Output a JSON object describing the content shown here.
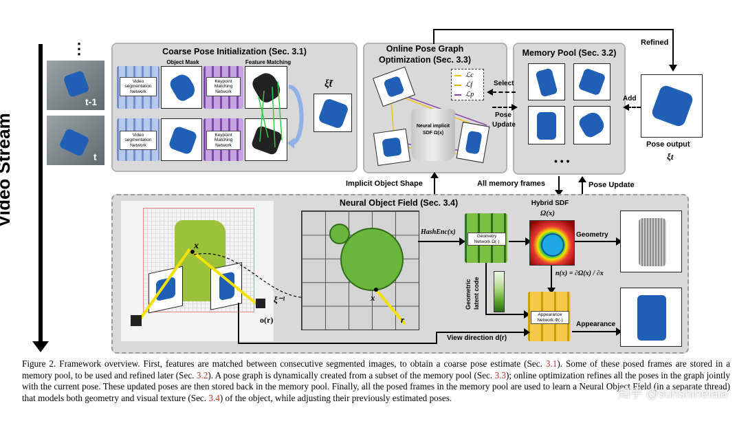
{
  "stream": {
    "label": "Video Stream",
    "dots": "⋮",
    "frame_labels": [
      "t-1",
      "t"
    ]
  },
  "coarse": {
    "title": "Coarse Pose Initialization (Sec. 3.1)",
    "object_mask": "Object Mask",
    "feature_matching": "Feature Matching",
    "seg_net": "Video segmentation Network",
    "kp_net": "Keypoint Matching Network",
    "xi_tilde": "ξ̃t"
  },
  "graph": {
    "title_line1": "Online Pose Graph",
    "title_line2": "Optimization (Sec. 3.3)",
    "legend": [
      "ℒc",
      "ℒf",
      "ℒp"
    ],
    "legend_colors": [
      "#f1c40f",
      "#e6b400",
      "#8e44ad"
    ],
    "sdf_label_line1": "Neural implicit",
    "sdf_label_line2": "SDF Ω(x)"
  },
  "memory": {
    "title": "Memory Pool (Sec. 3.2)",
    "ellipsis": "• • •",
    "select": "Select",
    "pose_update_line1": "Pose",
    "pose_update_line2": "Update",
    "add": "Add",
    "refined": "Refined",
    "pose_output": "Pose output",
    "xi_t": "ξt"
  },
  "links": {
    "implicit_shape": "Implicit Object Shape",
    "all_frames": "All memory frames",
    "pose_update": "Pose Update"
  },
  "field": {
    "title": "Neural Object Field (Sec. 3.4)",
    "hashenc": "HashEnc(x)",
    "geo_net_line1": "Geometry",
    "geo_net_line2": "Network Ω(·)",
    "app_net_line1": "Appearance",
    "app_net_line2": "Network Φ(·)",
    "hybrid_sdf": "Hybrid SDF",
    "omega_x": "Ω(x)",
    "geometry": "Geometry",
    "appearance": "Appearance",
    "normal": "n(x) = ∂Ω(x) / ∂x",
    "latent_line1": "Geometric",
    "latent_line2": "latent code",
    "view_dir": "View direction d(r)",
    "x_label": "x",
    "r_label": "r",
    "xi_inv": "ξ⁻¹",
    "o_r": "o(r)",
    "accent": "#2e7d32"
  },
  "caption": {
    "p1": "Figure 2. Framework overview. First, features are matched between consecutive segmented images, to obtain a coarse pose estimate (Sec. ",
    "r1": "3.1",
    "p2": "). Some of these posed frames are stored in a memory pool, to be used and refined later (Sec. ",
    "r2": "3.2",
    "p3": "). A pose graph is dynamically created from a subset of the memory pool (Sec. ",
    "r3": "3.3",
    "p4": "); online optimization refines all the poses in the graph jointly with the current pose. These updated poses are then stored back in the memory pool. Finally, all the posed frames in the memory pool are used to learn a Neural Object Field (in a separate thread) that models both geometry and visual texture (Sec. ",
    "r4": "3.4",
    "p5": ") of the object, while adjusting their previously estimated poses.",
    "watermark": "知乎 @sunshinelala"
  }
}
